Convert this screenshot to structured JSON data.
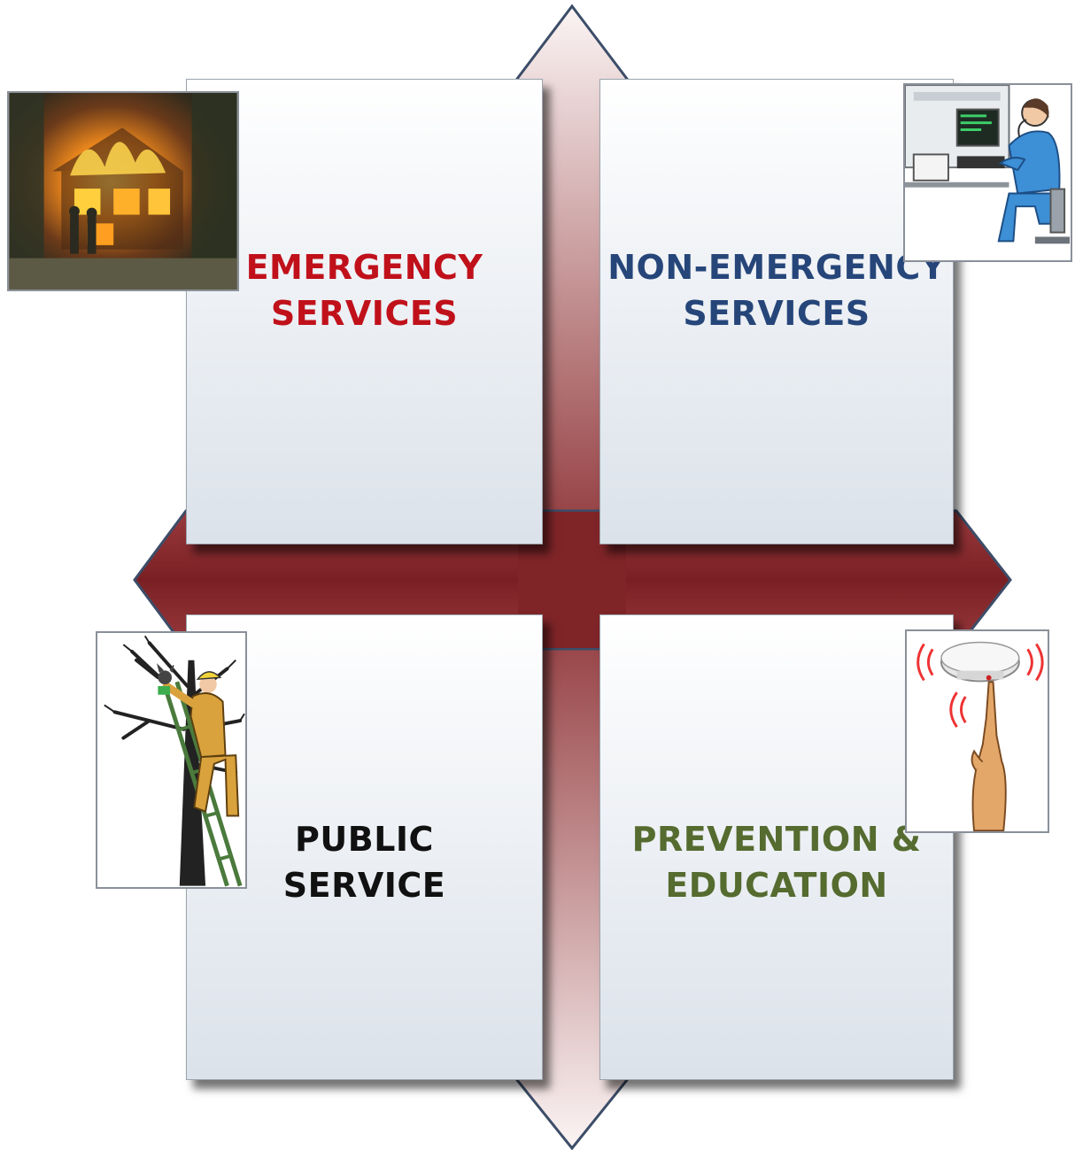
{
  "quadrants": {
    "emergency": {
      "lines": [
        "EMERGENCY",
        "SERVICES"
      ],
      "color": "#c0111b"
    },
    "non_emergency": {
      "lines": [
        "NON-EMERGENCY",
        "SERVICES"
      ],
      "color": "#26467a"
    },
    "public": {
      "lines": [
        "PUBLIC",
        "SERVICE"
      ],
      "color": "#111111"
    },
    "prevention": {
      "lines": [
        "PREVENTION &",
        "EDUCATION"
      ],
      "color": "#556b2f"
    }
  },
  "arrows": {
    "fill_dark": "#7f2528",
    "fill_light": "#f4eceb",
    "outline": "#3c4d68"
  },
  "images": {
    "fire": "burning-house-photo",
    "dispatcher": "dispatcher-clipart",
    "rescue": "tree-rescue-clipart",
    "detector": "smoke-detector-clipart"
  }
}
